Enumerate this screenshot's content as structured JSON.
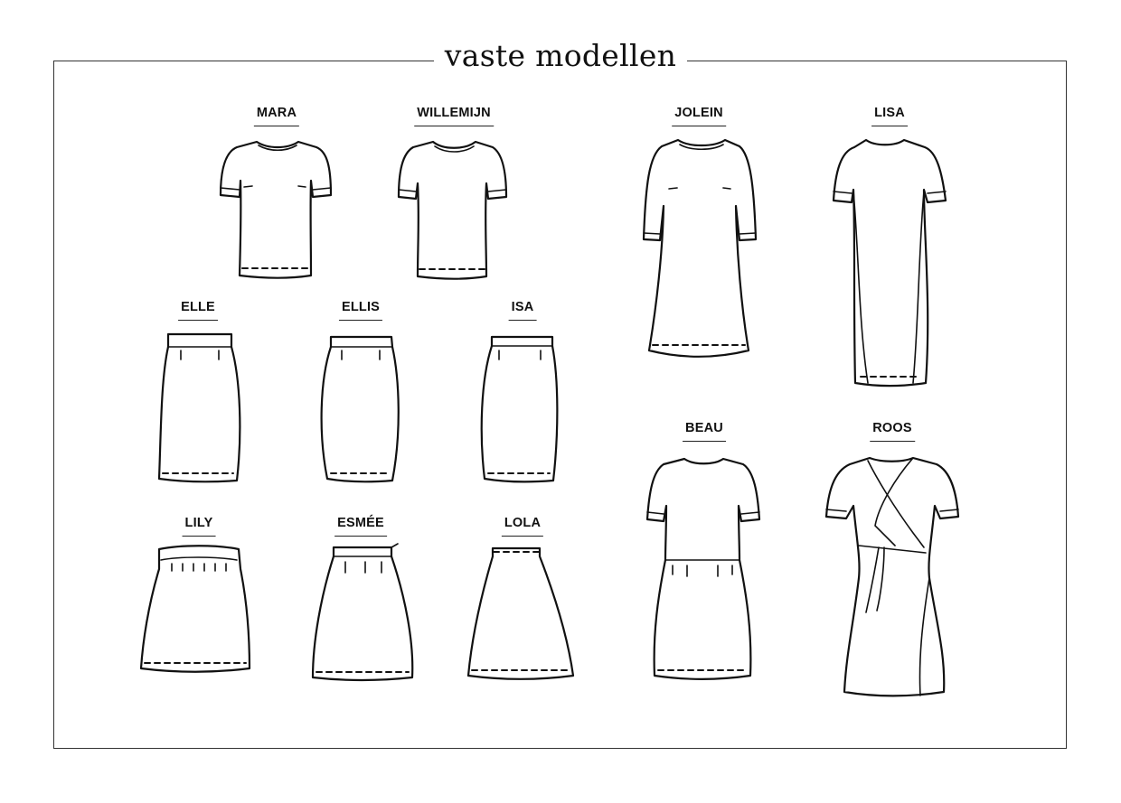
{
  "title": "vaste modellen",
  "models": {
    "mara": "MARA",
    "willemijn": "WILLEMIJN",
    "jolein": "JOLEIN",
    "lisa": "LISA",
    "elle": "ELLE",
    "ellis": "ELLIS",
    "isa": "ISA",
    "beau": "BEAU",
    "roos": "ROOS",
    "lily": "LILY",
    "esmee": "ESMÉE",
    "lola": "LOLA"
  }
}
